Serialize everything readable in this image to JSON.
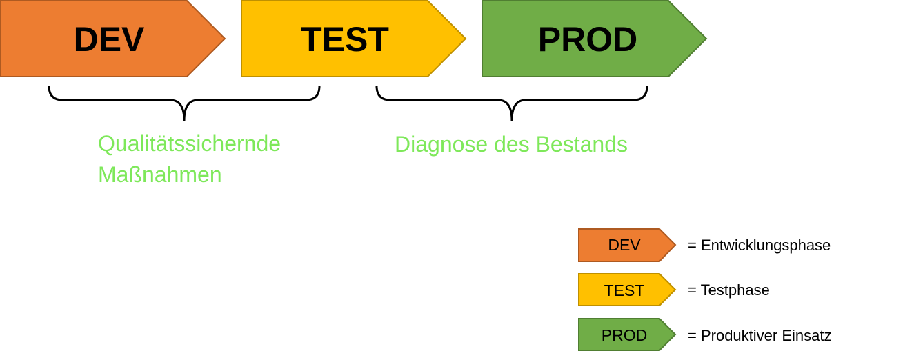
{
  "phases": [
    {
      "label": "DEV",
      "color": "#ed7d31",
      "border": "#ae5a21"
    },
    {
      "label": "TEST",
      "color": "#ffc000",
      "border": "#bf9000"
    },
    {
      "label": "PROD",
      "color": "#70ad47",
      "border": "#507e32"
    }
  ],
  "groups": [
    {
      "lines": [
        "Qualitätssichernde",
        "Maßnahmen"
      ]
    },
    {
      "lines": [
        "Diagnose des Bestands"
      ]
    }
  ],
  "label_color": "#7ee85a",
  "legend": [
    {
      "label": "DEV",
      "description": "= Entwicklungsphase"
    },
    {
      "label": "TEST",
      "description": "= Testphase"
    },
    {
      "label": "PROD",
      "description": "= Produktiver Einsatz"
    }
  ]
}
